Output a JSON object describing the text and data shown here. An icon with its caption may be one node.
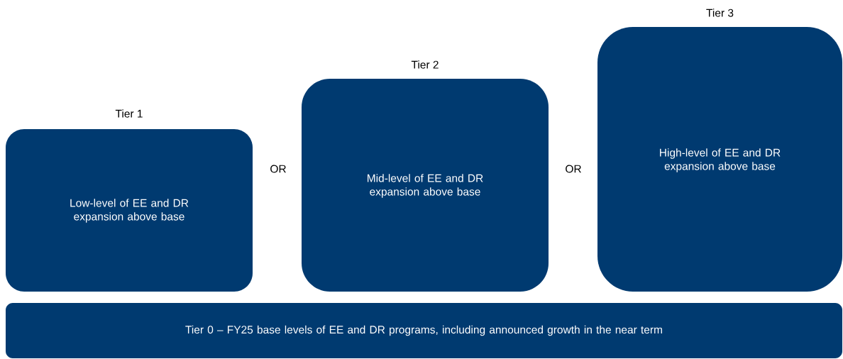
{
  "diagram": {
    "nodes": [
      {
        "text": [
          "Tier 1",
          "Low-level of EE and DR expansion above base"
        ]
      },
      {
        "text": [
          "Tier 2",
          "Mid-level of EE and DR expansion above base"
        ]
      },
      {
        "text": [
          "Tier 3",
          "High-level of EE and DR expansion above base"
        ]
      },
      {
        "text": [
          "Tier 0 – FY25 base levels of EE and DR programs, including announced growth in the near term"
        ]
      }
    ],
    "labels": [
      "OR",
      "OR"
    ]
  }
}
